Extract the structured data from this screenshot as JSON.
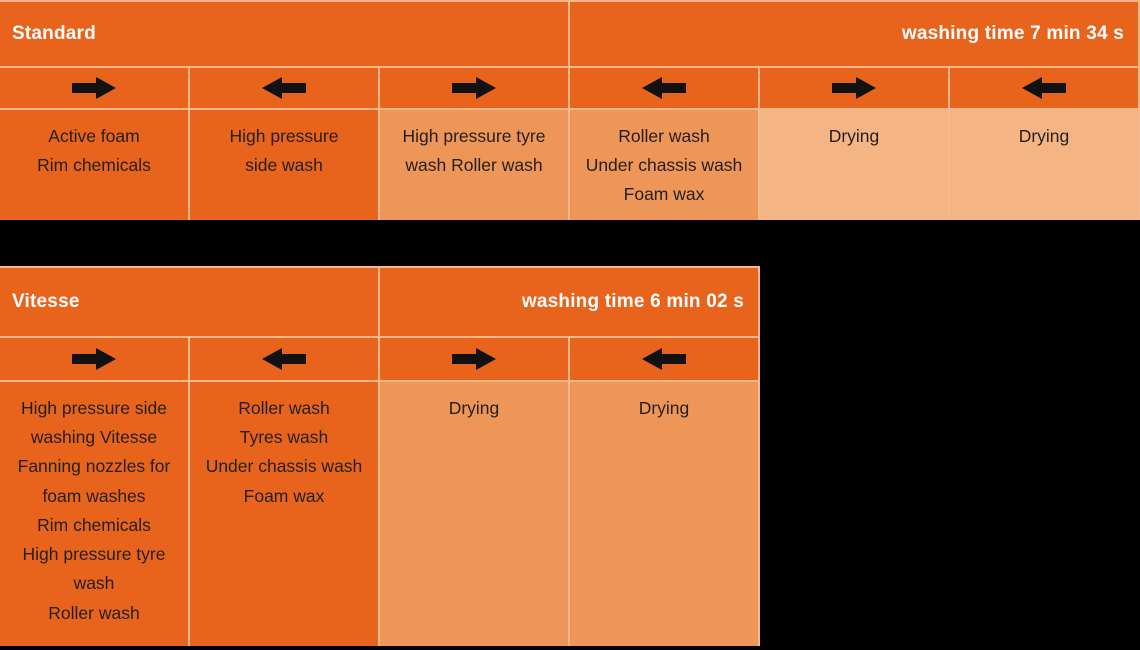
{
  "palette": {
    "dark_orange": "#E8641C",
    "mid_orange": "#EE9558",
    "light_orange": "#F5B483",
    "grid_line": "#F7B98C",
    "text_dark": "#231F20",
    "text_light": "#FFFFFF",
    "background": "#000000"
  },
  "tables": [
    {
      "name": "standard",
      "title": "Standard",
      "washing_time": "washing time 7 min 34 s",
      "columns": [
        {
          "direction": "right",
          "shade": "dark",
          "lines": [
            "Active foam",
            "Rim chemicals"
          ]
        },
        {
          "direction": "left",
          "shade": "dark",
          "lines": [
            "High pressure",
            "side wash"
          ]
        },
        {
          "direction": "right",
          "shade": "mid",
          "lines": [
            "High pressure tyre",
            "wash Roller wash"
          ]
        },
        {
          "direction": "left",
          "shade": "mid",
          "lines": [
            "Roller wash",
            "Under chassis wash",
            "Foam wax"
          ]
        },
        {
          "direction": "right",
          "shade": "light",
          "lines": [
            "Drying"
          ]
        },
        {
          "direction": "left",
          "shade": "light",
          "lines": [
            "Drying"
          ]
        }
      ]
    },
    {
      "name": "vitesse",
      "title": "Vitesse",
      "washing_time": "washing time 6 min 02 s",
      "columns": [
        {
          "direction": "right",
          "shade": "dark",
          "lines": [
            "High pressure side",
            "washing Vitesse",
            "Fanning nozzles for",
            "foam washes",
            "Rim chemicals",
            "High pressure tyre",
            "wash",
            "Roller wash"
          ]
        },
        {
          "direction": "left",
          "shade": "dark",
          "lines": [
            "Roller wash",
            "Tyres wash",
            "Under chassis wash",
            "Foam wax"
          ]
        },
        {
          "direction": "right",
          "shade": "mid",
          "lines": [
            "Drying"
          ]
        },
        {
          "direction": "left",
          "shade": "mid",
          "lines": [
            "Drying"
          ]
        }
      ]
    }
  ]
}
